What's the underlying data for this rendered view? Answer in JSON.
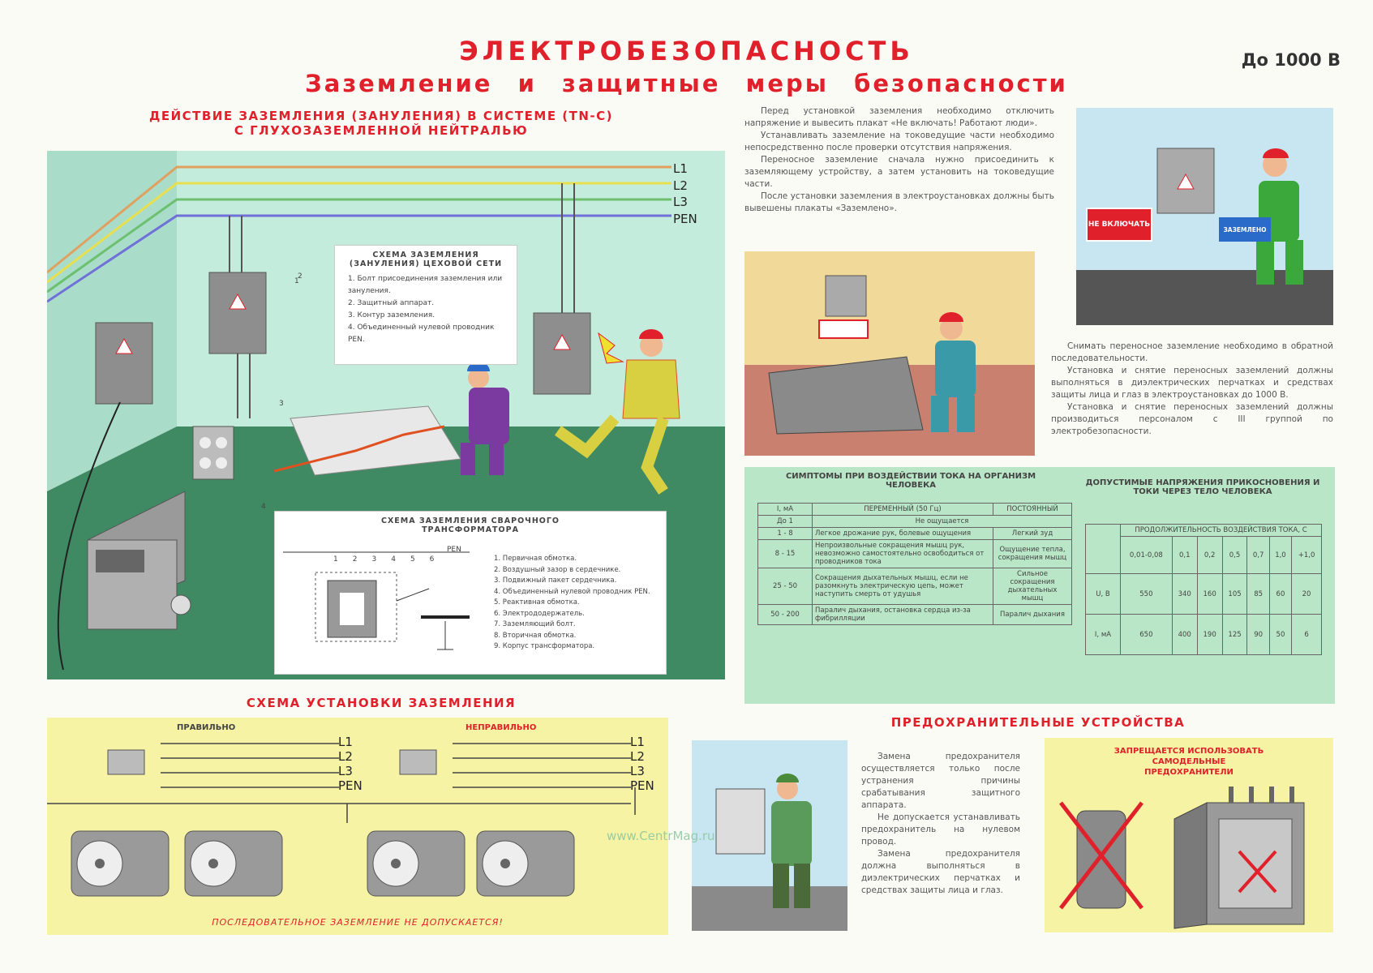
{
  "header": {
    "title": "ЭЛЕКТРОБЕЗОПАСНОСТЬ",
    "subtitle": "Заземление и защитные меры безопасности",
    "voltage": "До 1000 В"
  },
  "section1": {
    "heading_line1": "ДЕЙСТВИЕ ЗАЗЕМЛЕНИЯ (ЗАНУЛЕНИЯ) В СИСТЕМЕ (TN-C)",
    "heading_line2": "С ГЛУХОЗАЗЕМЛЕННОЙ НЕЙТРАЛЬЮ",
    "lines": [
      "L1",
      "L2",
      "L3",
      "PEN"
    ],
    "callouts": [
      "1",
      "2",
      "3",
      "4"
    ],
    "shop_scheme": {
      "title": "СХЕМА ЗАЗЕМЛЕНИЯ (ЗАНУЛЕНИЯ) ЦЕХОВОЙ СЕТИ",
      "items": [
        "1. Болт присоединения заземления или зануления.",
        "2. Защитный аппарат.",
        "3. Контур заземления.",
        "4. Объединенный нулевой проводник PEN."
      ]
    },
    "welding_scheme": {
      "title": "СХЕМА ЗАЗЕМЛЕНИЯ СВАРОЧНОГО ТРАНСФОРМАТОРА",
      "pen_label": "PEN",
      "numbers": [
        "1",
        "2",
        "3",
        "4",
        "5",
        "6"
      ],
      "items": [
        "1. Первичная обмотка.",
        "2. Воздушный зазор в сердечнике.",
        "3. Подвижный пакет сердечника.",
        "4. Объединенный нулевой проводник PEN.",
        "5. Реактивная обмотка.",
        "6. Электрододержатель.",
        "7. Заземляющий болт.",
        "8. Вторичная обмотка.",
        "9. Корпус трансформатора."
      ]
    }
  },
  "section2": {
    "heading": "СХЕМА УСТАНОВКИ ЗАЗЕМЛЕНИЯ",
    "correct": "ПРАВИЛЬНО",
    "incorrect": "НЕПРАВИЛЬНО",
    "lines": [
      "L1",
      "L2",
      "L3",
      "PEN"
    ],
    "warning": "ПОСЛЕДОВАТЕЛЬНОЕ ЗАЗЕМЛЕНИЕ НЕ ДОПУСКАЕТСЯ!"
  },
  "text_top": {
    "paragraphs": [
      "Перед установкой заземления необходимо отключить напряжение и вывесить плакат «Не включать! Работают люди».",
      "Устанавливать заземление на токоведущие части необходимо непосредственно после проверки отсутствия напряжения.",
      "Переносное заземление сначала нужно присоединить к заземляющему устройству, а затем установить на токоведущие части.",
      "После установки заземления в электроустановках должны быть вывешены плакаты «Заземлено»."
    ]
  },
  "signs": {
    "do_not_switch": "НЕ ВКЛЮЧАТЬ",
    "grounded": "ЗАЗЕМЛЕНО"
  },
  "text_right": {
    "paragraphs": [
      "Снимать переносное заземление необходимо в обратной последовательности.",
      "Установка и снятие переносных заземлений должны выполняться в диэлектрических перчатках и средствах защиты лица и глаз в электроустановках до 1000 В.",
      "Установка и снятие переносных заземлений должны производиться персоналом с III группой по электробезопасности."
    ]
  },
  "symptoms": {
    "title": "СИМПТОМЫ ПРИ ВОЗДЕЙСТВИИ ТОКА НА ОРГАНИЗМ ЧЕЛОВЕКА",
    "headers": [
      "I, мА",
      "ПЕРЕМЕННЫЙ (50 Гц)",
      "ПОСТОЯННЫЙ"
    ],
    "rows": [
      [
        "До 1",
        "Не ощущается",
        ""
      ],
      [
        "1 - 8",
        "Легкое дрожание рук, болевые ощущения",
        "Легкий зуд"
      ],
      [
        "8 - 15",
        "Непроизвольные сокращения мышц рук, невозможно самостоятельно освободиться от проводников тока",
        "Ощущение тепла, сокращения мышц"
      ],
      [
        "25 - 50",
        "Сокращения дыхательных мышц, если не разомкнуть электрическую цепь, может наступить смерть от удушья",
        "Сильное сокращения дыхательных мышц"
      ],
      [
        "50 - 200",
        "Паралич дыхания, остановка сердца из-за фибрилляции",
        "Паралич дыхания"
      ]
    ]
  },
  "allowed": {
    "title": "ДОПУСТИМЫЕ НАПРЯЖЕНИЯ ПРИКОСНОВЕНИЯ И ТОКИ ЧЕРЕЗ ТЕЛО ЧЕЛОВЕКА",
    "duration_header": "ПРОДОЛЖИТЕЛЬНОСТЬ ВОЗДЕЙСТВИЯ ТОКА, С",
    "durations": [
      "0,01-0,08",
      "0,1",
      "0,2",
      "0,5",
      "0,7",
      "1,0",
      "+1,0"
    ],
    "rows": [
      {
        "label": "U, В",
        "values": [
          "550",
          "340",
          "160",
          "105",
          "85",
          "60",
          "20"
        ]
      },
      {
        "label": "I, мА",
        "values": [
          "650",
          "400",
          "190",
          "125",
          "90",
          "50",
          "6"
        ]
      }
    ]
  },
  "fuses": {
    "heading": "ПРЕДОХРАНИТЕЛЬНЫЕ УСТРОЙСТВА",
    "paragraphs": [
      "Замена предохранителя осуществляется только после устранения причины срабатывания защитного аппарата.",
      "Не допускается устанавливать предохранитель на нулевом провод.",
      "Замена предохранителя должна выполняться в диэлектрических перчатках и средствах защиты лица и глаз."
    ],
    "prohibited_line1": "ЗАПРЕЩАЕТСЯ ИСПОЛЬЗОВАТЬ",
    "prohibited_line2": "САМОДЕЛЬНЫЕ",
    "prohibited_line3": "ПРЕДОХРАНИТЕЛИ"
  },
  "watermark": "www.CentrMag.ru",
  "colors": {
    "red": "#e0202a",
    "panel_green": "#b9e6c6",
    "panel_yellow": "#f7f3a4",
    "floor": "#3f8a63"
  }
}
